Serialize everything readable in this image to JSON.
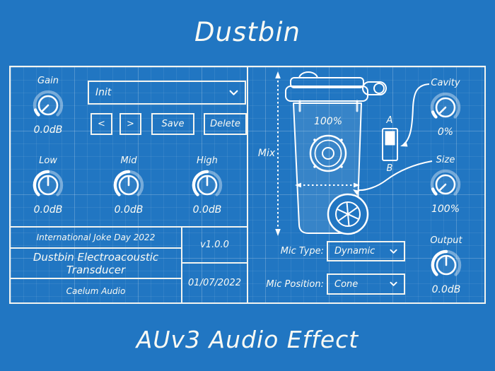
{
  "app": {
    "title": "Dustbin",
    "subtitle": "AUv3 Audio Effect"
  },
  "preset": {
    "value": "Init",
    "prev": "<",
    "next": ">",
    "save": "Save",
    "delete": "Delete"
  },
  "knobs": {
    "gain": {
      "label": "Gain",
      "value": "0.0dB"
    },
    "low": {
      "label": "Low",
      "value": "0.0dB"
    },
    "mid": {
      "label": "Mid",
      "value": "0.0dB"
    },
    "high": {
      "label": "High",
      "value": "0.0dB"
    },
    "cavity": {
      "label": "Cavity",
      "value": "0%"
    },
    "size": {
      "label": "Size",
      "value": "100%"
    },
    "output": {
      "label": "Output",
      "value": "0.0dB"
    }
  },
  "bin": {
    "mix_label": "Mix",
    "mix_value": "100%",
    "switch_a": "A",
    "switch_b": "B"
  },
  "mic": {
    "type_label": "Mic Type:",
    "type_value": "Dynamic",
    "position_label": "Mic Position:",
    "position_value": "Cone"
  },
  "title_block": {
    "event": "International Joke Day 2022",
    "product": "Dustbin Electroacoustic Transducer",
    "company": "Caelum Audio",
    "version": "v1.0.0",
    "date": "01/07/2022"
  },
  "colors": {
    "background": "#2176C2",
    "line": "#FFFFFF"
  }
}
